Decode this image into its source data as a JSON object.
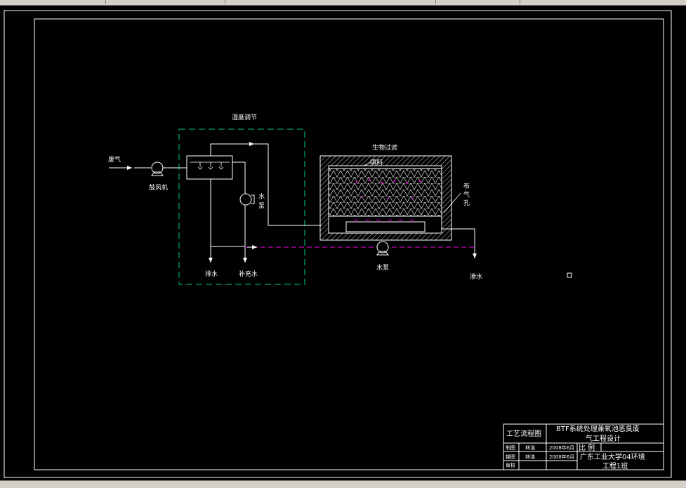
{
  "labels": {
    "waste_gas": "废气",
    "blower": "鼓风机",
    "humidity_control": "湿度调节",
    "pump_left_1": "水",
    "pump_left_2": "泵",
    "drain": "排水",
    "makeup_water": "补充水",
    "biofilter": "生物过滤",
    "packing": "填料",
    "aeration_1": "布",
    "aeration_2": "气",
    "aeration_3": "孔",
    "pump_bottom": "水泵",
    "leachate": "渗水"
  },
  "title_block": {
    "drawing_type": "工艺流程图",
    "title_line1": "BTF系统处理兼氧池恶臭废",
    "title_line2": "气工程设计",
    "row1_role": "制图",
    "row1_name": "林浩",
    "row1_date": "2008年6月",
    "scale_label": "比 例",
    "row2_role": "描图",
    "row2_name": "林浩",
    "row2_date": "2008年6月",
    "org_line1": "广东工业大学04环境",
    "org_line2": "工程1班",
    "row3_role": "审核"
  },
  "colors": {
    "background": "#000000",
    "line": "#ffffff",
    "dashed_box": "#00a060",
    "water_line": "#c000c0"
  }
}
